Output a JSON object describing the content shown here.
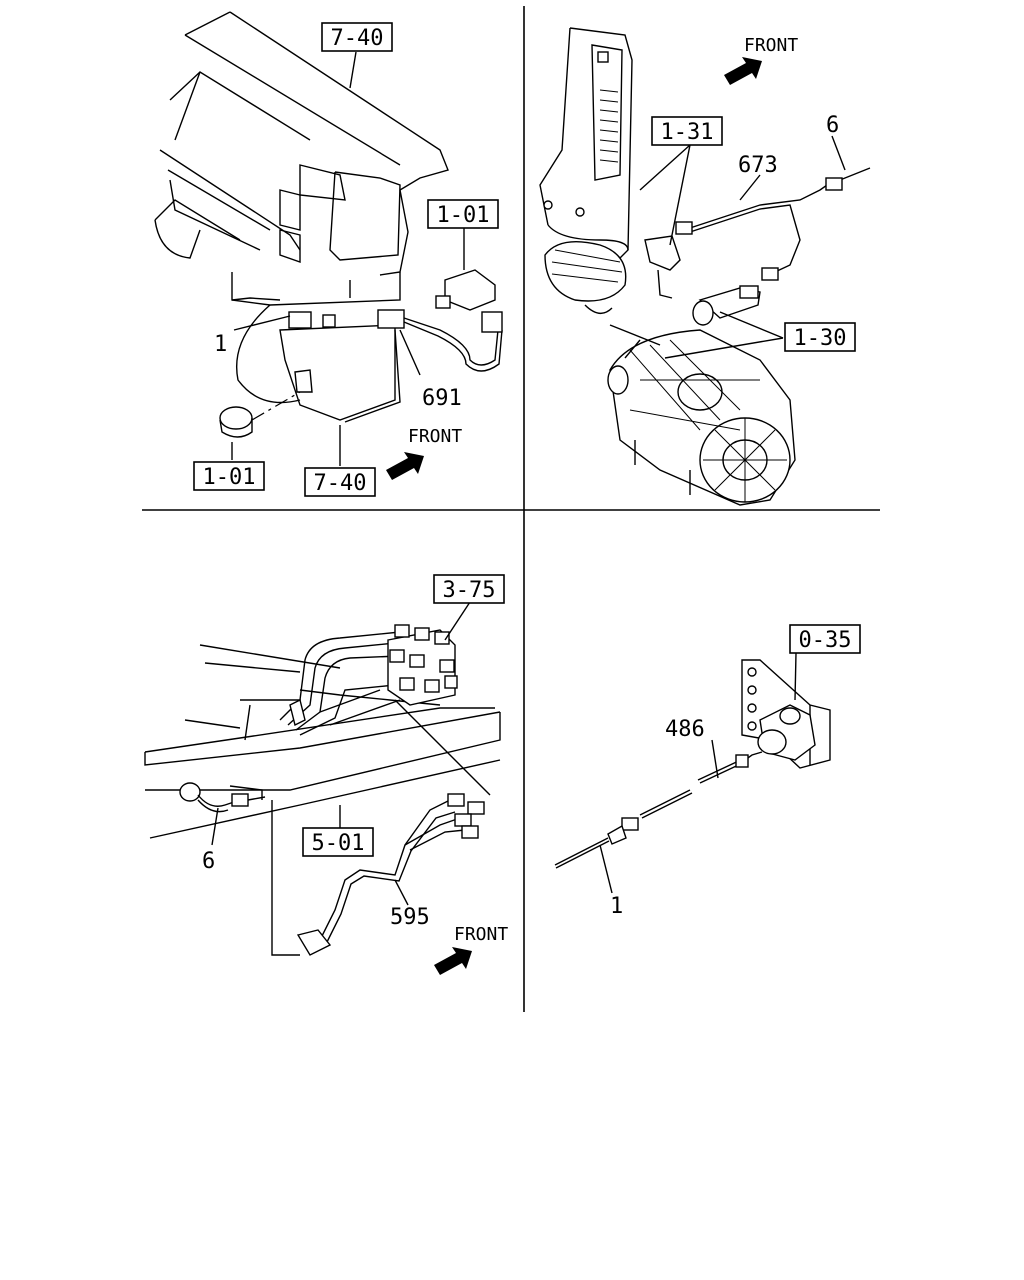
{
  "direction_label": "FRONT",
  "panels": {
    "top_left": {
      "ref_boxes": [
        "7-40",
        "1-01",
        "1-01",
        "7-40"
      ],
      "part_numbers": [
        "1",
        "691"
      ]
    },
    "top_right": {
      "ref_boxes": [
        "1-31",
        "1-30"
      ],
      "part_numbers": [
        "6",
        "673"
      ]
    },
    "bottom_left": {
      "ref_boxes": [
        "3-75",
        "5-01"
      ],
      "part_numbers": [
        "6",
        "595"
      ]
    },
    "bottom_right": {
      "ref_boxes": [
        "0-35"
      ],
      "part_numbers": [
        "486",
        "1"
      ]
    }
  }
}
